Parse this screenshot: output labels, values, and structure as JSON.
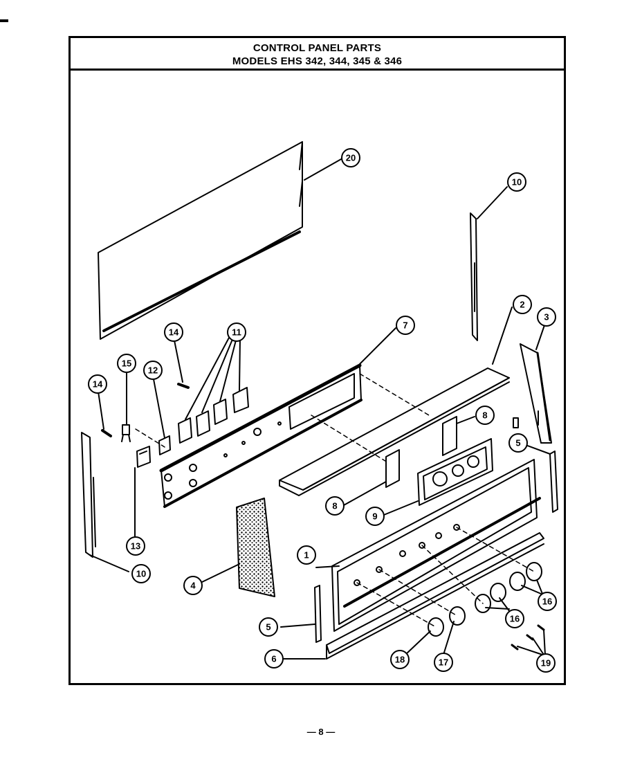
{
  "header": {
    "title": "CONTROL PANEL PARTS",
    "subtitle": "MODELS EHS 342, 344, 345 & 346"
  },
  "callouts": {
    "c1": "1",
    "c2": "2",
    "c3": "3",
    "c4": "4",
    "c5a": "5",
    "c5b": "5",
    "c6": "6",
    "c7": "7",
    "c8a": "8",
    "c8b": "8",
    "c9": "9",
    "c10a": "10",
    "c10b": "10",
    "c11": "11",
    "c12": "12",
    "c13": "13",
    "c14a": "14",
    "c14b": "14",
    "c15": "15",
    "c16a": "16",
    "c16b": "16",
    "c17": "17",
    "c18": "18",
    "c19": "19",
    "c20": "20"
  },
  "page_number": "— 8 —"
}
